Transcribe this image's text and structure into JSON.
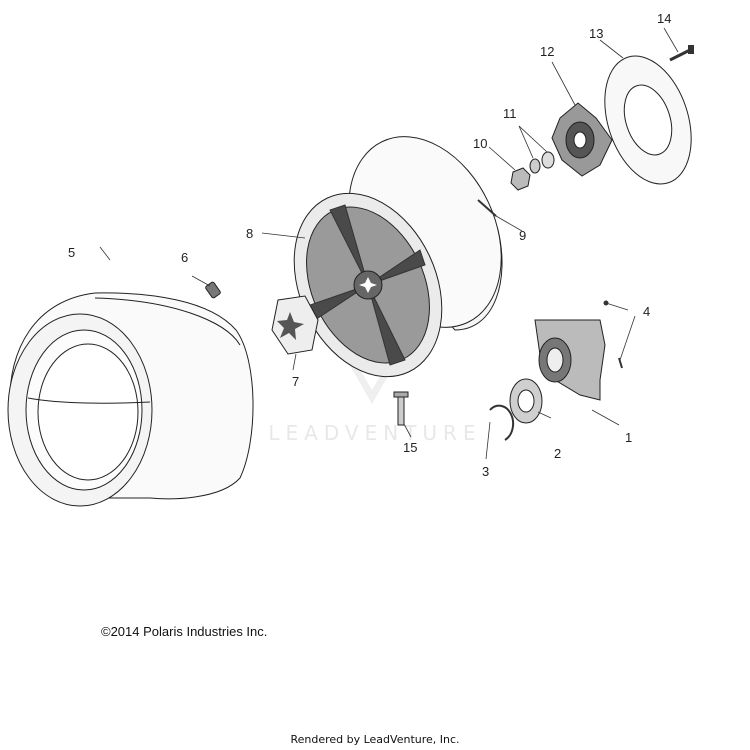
{
  "diagram": {
    "parts": [
      {
        "number": "1",
        "icon": "knuckle-icon"
      },
      {
        "number": "2",
        "icon": "bearing-icon"
      },
      {
        "number": "3",
        "icon": "retaining-ring-icon"
      },
      {
        "number": "4",
        "icon": "screw-icon"
      },
      {
        "number": "5",
        "icon": "tire-icon"
      },
      {
        "number": "6",
        "icon": "valve-stem-icon"
      },
      {
        "number": "7",
        "icon": "center-cap-icon"
      },
      {
        "number": "8",
        "icon": "wheel-rim-icon"
      },
      {
        "number": "9",
        "icon": "cotter-pin-icon"
      },
      {
        "number": "10",
        "icon": "castle-nut-icon"
      },
      {
        "number": "11",
        "icon": "washer-icon"
      },
      {
        "number": "12",
        "icon": "hub-icon"
      },
      {
        "number": "13",
        "icon": "brake-disc-icon"
      },
      {
        "number": "14",
        "icon": "bolt-icon"
      },
      {
        "number": "15",
        "icon": "stud-icon"
      }
    ],
    "watermark": "LEADVENTURE",
    "copyright": "©2014 Polaris Industries Inc.",
    "rendered_by": "Rendered by LeadVenture, Inc."
  }
}
